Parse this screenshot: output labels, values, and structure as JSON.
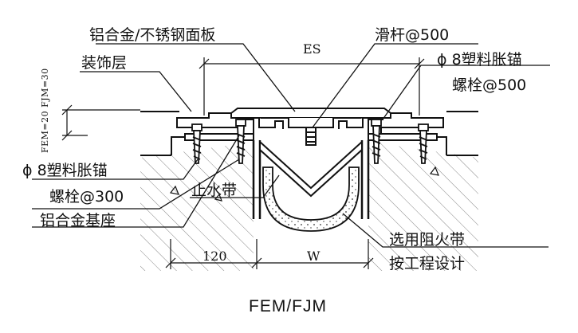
{
  "labels": {
    "face_plate": "铝合金/不锈钢面板",
    "slide_bar": "滑杆@500",
    "finish_layer": "装饰层",
    "dimension_es": "ES",
    "anchor_top_line1": "ϕ 8塑料胀锚",
    "anchor_top_line2": "螺栓@500",
    "dim_vertical": "FEM=20 FJM=30",
    "anchor_left_line1": "ϕ 8塑料胀锚",
    "anchor_left_line2": "螺栓@300",
    "base_seat": "铝合金基座",
    "waterstop": "止水带",
    "fire_band_line1": "选用阻火带",
    "fire_band_line2": "按工程设计",
    "dimension_120": "120",
    "dimension_w": "W",
    "caption": "FEM/FJM"
  }
}
